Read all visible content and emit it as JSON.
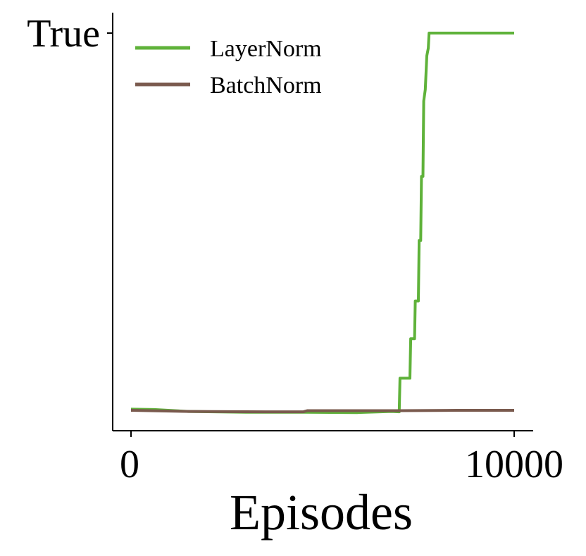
{
  "chart_data": {
    "type": "line",
    "title": "",
    "xlabel": "Episodes",
    "ylabel": "",
    "xlim": [
      -500,
      10500
    ],
    "ylim": [
      0,
      1.03
    ],
    "x_ticks": [
      {
        "value": 0,
        "label": "0"
      },
      {
        "value": 10000,
        "label": "10000"
      }
    ],
    "y_ticks": [
      {
        "value": 1,
        "label": "True"
      }
    ],
    "grid": false,
    "legend_position": "top-left",
    "series": [
      {
        "name": "LayerNorm",
        "color": "#5fb23a",
        "points": [
          [
            0,
            0.003
          ],
          [
            600,
            0.002
          ],
          [
            1500,
            -0.003
          ],
          [
            3000,
            -0.005
          ],
          [
            4500,
            -0.005
          ],
          [
            5900,
            -0.006
          ],
          [
            6800,
            -0.003
          ],
          [
            7000,
            -0.004
          ],
          [
            7020,
            0.085
          ],
          [
            7280,
            0.085
          ],
          [
            7300,
            0.19
          ],
          [
            7400,
            0.19
          ],
          [
            7420,
            0.29
          ],
          [
            7500,
            0.29
          ],
          [
            7520,
            0.45
          ],
          [
            7560,
            0.45
          ],
          [
            7580,
            0.62
          ],
          [
            7620,
            0.62
          ],
          [
            7640,
            0.82
          ],
          [
            7680,
            0.85
          ],
          [
            7720,
            0.94
          ],
          [
            7760,
            0.96
          ],
          [
            7780,
            1.0
          ],
          [
            10000,
            1.0
          ]
        ]
      },
      {
        "name": "BatchNorm",
        "color": "#7a5a4e",
        "points": [
          [
            0,
            0.0
          ],
          [
            1500,
            -0.003
          ],
          [
            3500,
            -0.004
          ],
          [
            4500,
            -0.004
          ],
          [
            4600,
            -0.001
          ],
          [
            7000,
            -0.001
          ],
          [
            8500,
            0.0
          ],
          [
            10000,
            0.0
          ]
        ]
      }
    ]
  }
}
